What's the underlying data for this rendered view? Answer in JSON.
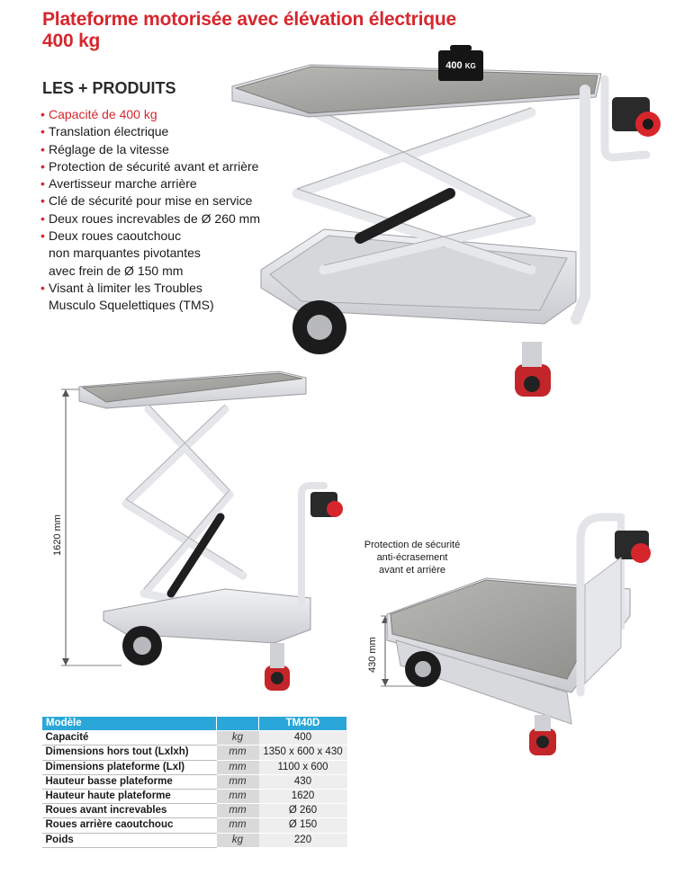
{
  "title": {
    "line1": "Plateforme motorisée avec élévation électrique",
    "line2": "400 kg"
  },
  "features_heading": "LES + PRODUITS",
  "features": [
    {
      "lines": [
        "Capacité de 400 kg"
      ],
      "highlight": true
    },
    {
      "lines": [
        "Translation électrique"
      ],
      "highlight": false
    },
    {
      "lines": [
        "Réglage de la vitesse"
      ],
      "highlight": false
    },
    {
      "lines": [
        "Protection de sécurité avant et arrière"
      ],
      "highlight": false
    },
    {
      "lines": [
        "Avertisseur marche arrière"
      ],
      "highlight": false
    },
    {
      "lines": [
        "Clé de sécurité pour mise en service"
      ],
      "highlight": false
    },
    {
      "lines": [
        "Deux roues increvables de Ø 260 mm"
      ],
      "highlight": false
    },
    {
      "lines": [
        "Deux roues caoutchouc",
        "non marquantes pivotantes",
        "avec frein de Ø 150 mm"
      ],
      "highlight": false
    },
    {
      "lines": [
        "Visant à limiter les Troubles",
        "Musculo Squelettiques (TMS)"
      ],
      "highlight": false
    }
  ],
  "weight_badge": {
    "value": "400",
    "unit": "KG"
  },
  "dim_high": "1620 mm",
  "dim_low": "430 mm",
  "annotation": [
    "Protection de sécurité",
    "anti-écrasement",
    "avant et arrière"
  ],
  "colors": {
    "accent_red": "#d7262d",
    "table_header_blue": "#2aa7d8"
  },
  "spec_table": {
    "header": {
      "label": "Modèle",
      "unit": "",
      "value": "TM40D"
    },
    "rows": [
      {
        "label": "Capacité",
        "unit": "kg",
        "value": "400"
      },
      {
        "label": "Dimensions hors tout (Lxlxh)",
        "unit": "mm",
        "value": "1350 x 600 x 430"
      },
      {
        "label": "Dimensions plateforme (Lxl)",
        "unit": "mm",
        "value": "1100 x 600"
      },
      {
        "label": "Hauteur basse plateforme",
        "unit": "mm",
        "value": "430"
      },
      {
        "label": "Hauteur haute plateforme",
        "unit": "mm",
        "value": "1620"
      },
      {
        "label": "Roues avant increvables",
        "unit": "mm",
        "value": "Ø 260"
      },
      {
        "label": "Roues arrière caoutchouc",
        "unit": "mm",
        "value": "Ø 150"
      },
      {
        "label": "Poids",
        "unit": "kg",
        "value": "220"
      }
    ]
  }
}
